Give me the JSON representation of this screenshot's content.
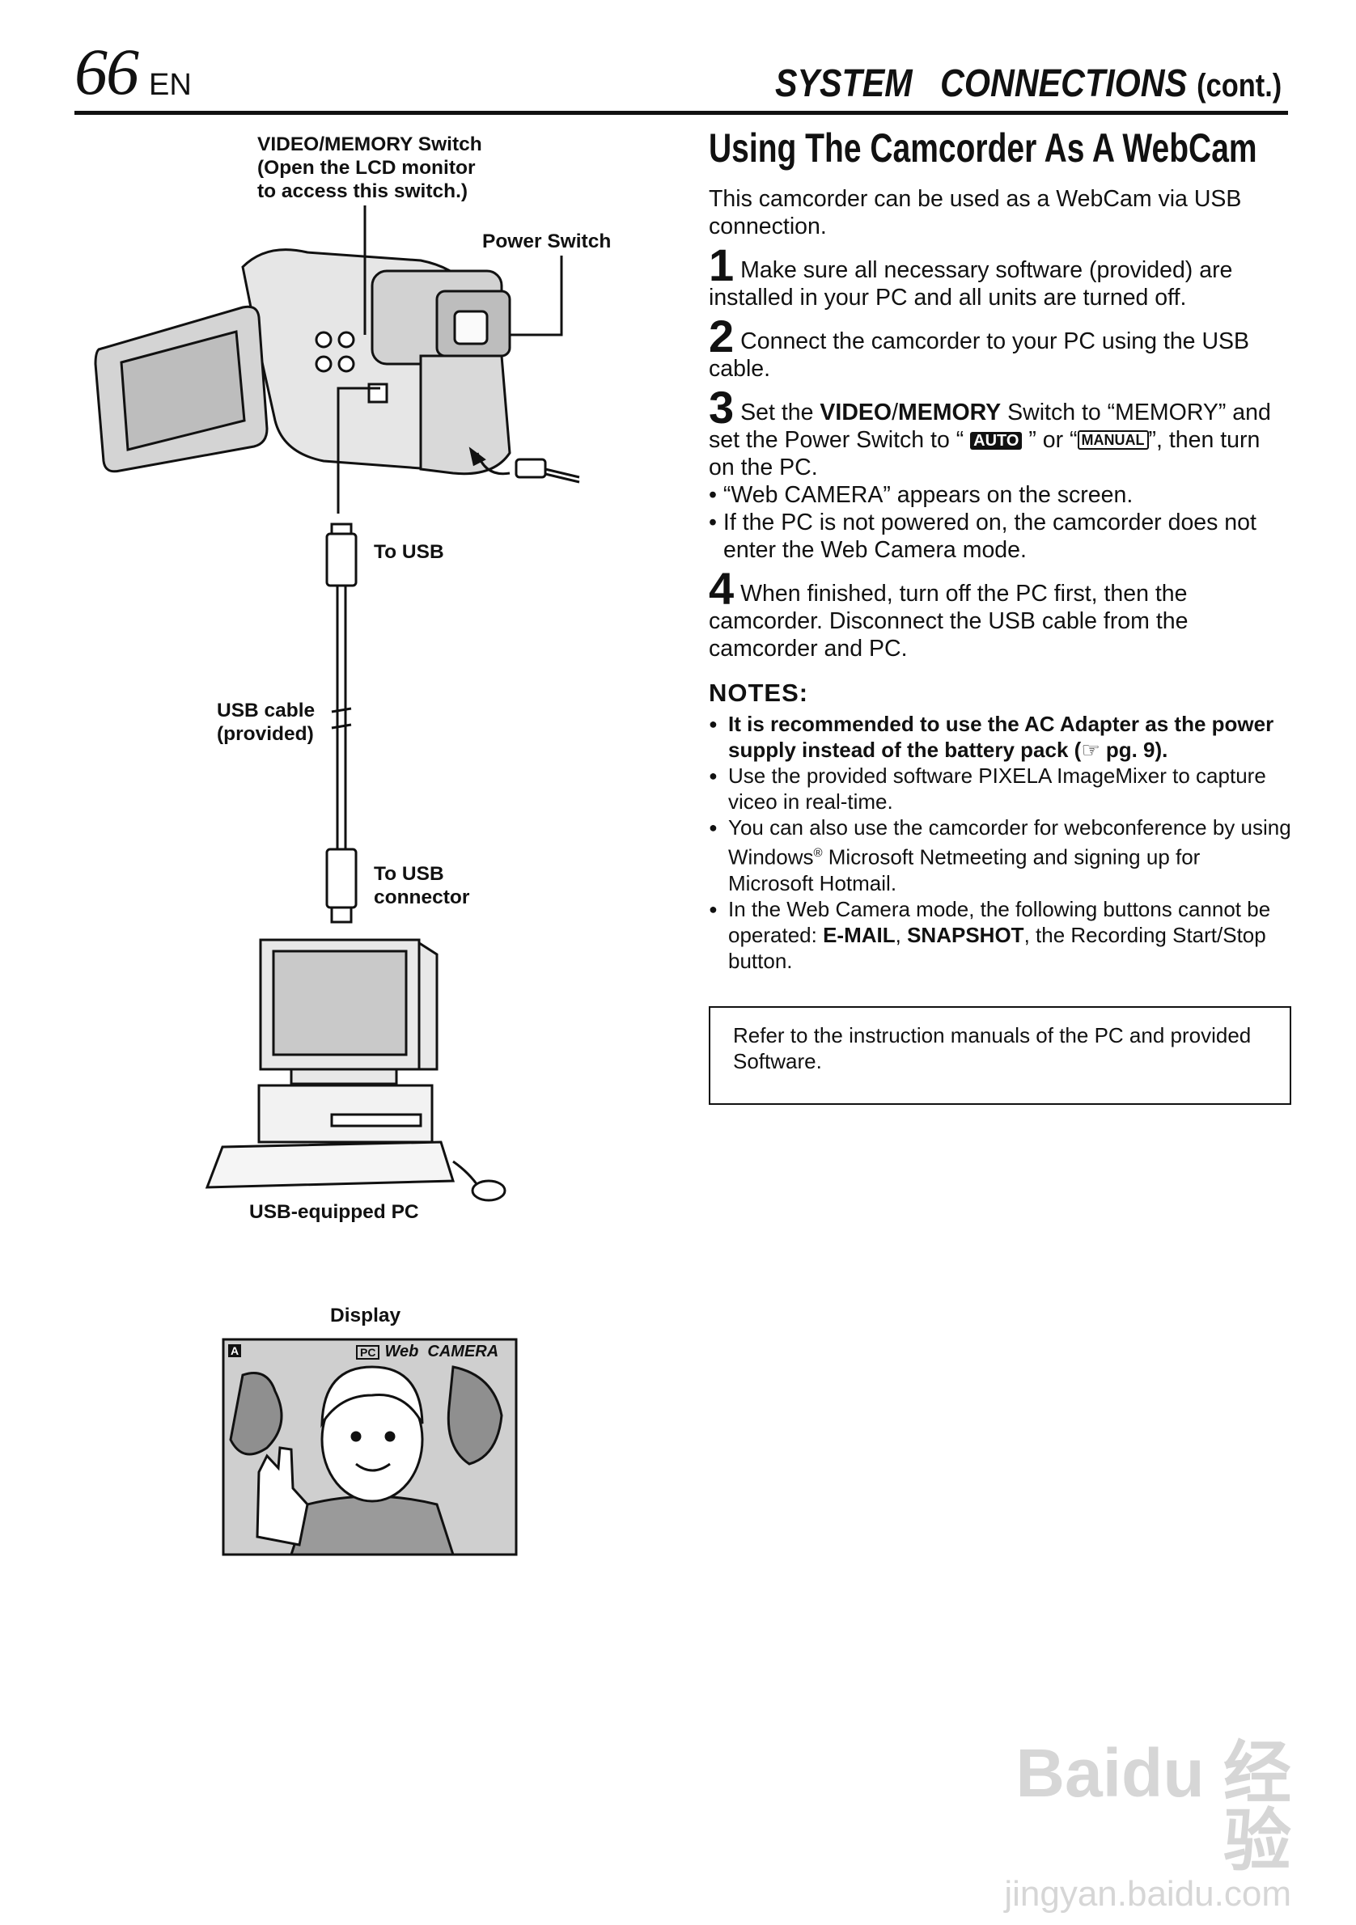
{
  "header": {
    "page_number": "66",
    "language": "EN",
    "section": "SYSTEM   CONNECTIONS",
    "section_cont": "(cont.)"
  },
  "diagram": {
    "video_memory_switch": "VIDEO/MEMORY Switch\n(Open the LCD monitor\nto access this switch.)",
    "power_switch": "Power Switch",
    "to_usb": "To USB",
    "usb_cable": "USB cable\n(provided)",
    "to_usb_connector": "To USB\nconnector",
    "pc_label": "USB-equipped PC",
    "display_label": "Display",
    "display_osd_pc": "PC",
    "display_osd_text": "Web  CAMERA",
    "display_mode_badge": "A"
  },
  "article": {
    "title": "Using The Camcorder As A WebCam",
    "intro": "This camcorder can be used as a WebCam via USB connection.",
    "steps": [
      {
        "num": "1",
        "text": "Make sure all necessary software (provided) are installed in your PC and all units are turned off."
      },
      {
        "num": "2",
        "text": "Connect the camcorder to your PC using the USB cable."
      },
      {
        "num": "3",
        "t1": "Set the ",
        "b1": "VIDEO",
        "t2": "/",
        "b2": "MEMORY",
        "t3": " Switch to “MEMORY” and set the Power Switch to “ ",
        "auto": "AUTO",
        "t4": " ” or “",
        "manual": "MANUAL",
        "t5": "”, then turn on the PC.",
        "bullet1": "• “Web CAMERA” appears on the screen.",
        "bullet2": "• If the PC is not powered on, the camcorder does not enter the Web Camera mode."
      },
      {
        "num": "4",
        "text": "When finished, turn off the PC first, then the camcorder. Disconnect the USB cable from the camcorder and PC."
      }
    ],
    "notes_heading": "NOTES:",
    "notes": {
      "n1": "It is recommended to use the AC Adapter as the power supply instead of the battery pack (☞ pg. 9).",
      "n2": "Use the provided software PIXELA ImageMixer to capture viceo in real-time.",
      "n3a": "You can also use the camcorder for webconference by using Windows",
      "n3reg": "®",
      "n3b": " Microsoft Netmeeting and signing up for Microsoft Hotmail.",
      "n4a": "In the Web Camera mode, the following buttons cannot be operated: ",
      "n4b1": "E-MAIL",
      "n4c": ", ",
      "n4b2": "SNAPSHOT",
      "n4d": ", the Recording Start/Stop button."
    },
    "refer_box": "Refer to the instruction manuals of the PC and provided Software."
  },
  "watermark": {
    "brand": "Baidu 经验",
    "url": "jingyan.baidu.com"
  }
}
